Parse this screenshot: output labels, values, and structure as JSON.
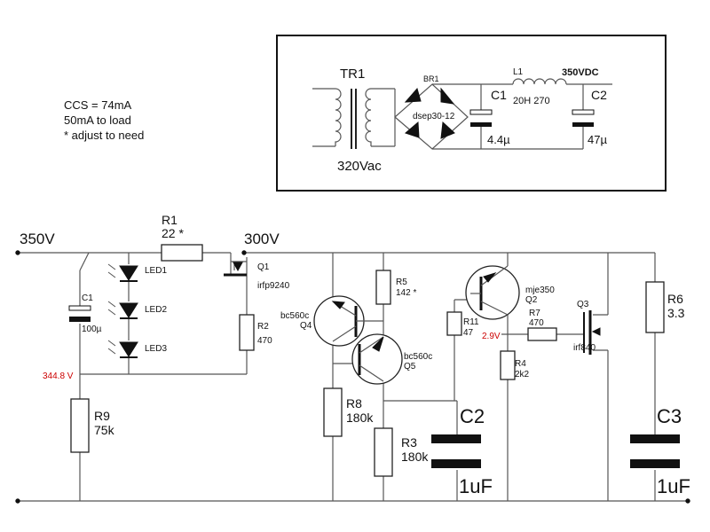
{
  "notes": [
    "CCS = 74mA",
    "50mA to load",
    "* adjust to need"
  ],
  "psu": {
    "transformer": "TR1",
    "ac_voltage": "320Vac",
    "bridge": "BR1",
    "bridge_part": "dsep30-12",
    "choke": "L1",
    "choke_value": "20H 270",
    "dc_out": "350VDC",
    "c1": "C1",
    "c1_value": "4.4µ",
    "c2": "C2",
    "c2_value": "47µ"
  },
  "rails": {
    "left": "350V",
    "mid": "300V"
  },
  "components": {
    "r1": "R1",
    "r1_value": "22 *",
    "q1": "Q1",
    "q1_part": "irfp9240",
    "r2": "R2",
    "r2_value": "470",
    "c1": "C1",
    "c1_value": "100µ",
    "led1": "LED1",
    "led2": "LED2",
    "led3": "LED3",
    "node_voltage": "344.8 V",
    "r9": "R9",
    "r9_value": "75k",
    "q4_part": "bc560c",
    "q4": "Q4",
    "r5": "R5",
    "r5_value": "142 *",
    "q5_part": "bc560c",
    "q5": "Q5",
    "r8": "R8",
    "r8_value": "180k",
    "r3": "R3",
    "r3_value": "180k",
    "c2": "C2",
    "c2_value": "1uF",
    "q2_part": "mje350",
    "q2": "Q2",
    "r11": "R11",
    "r11_value": "47",
    "node_voltage2": "2.9V",
    "r7": "R7",
    "r7_value": "470",
    "q3": "Q3",
    "q3_part": "irf840",
    "r4": "R4",
    "r4_value": "2k2",
    "r6": "R6",
    "r6_value": "3.3",
    "c3": "C3",
    "c3_value": "1uF"
  },
  "colors": {
    "voltage_note": "#cc0000",
    "ink": "#111111"
  }
}
